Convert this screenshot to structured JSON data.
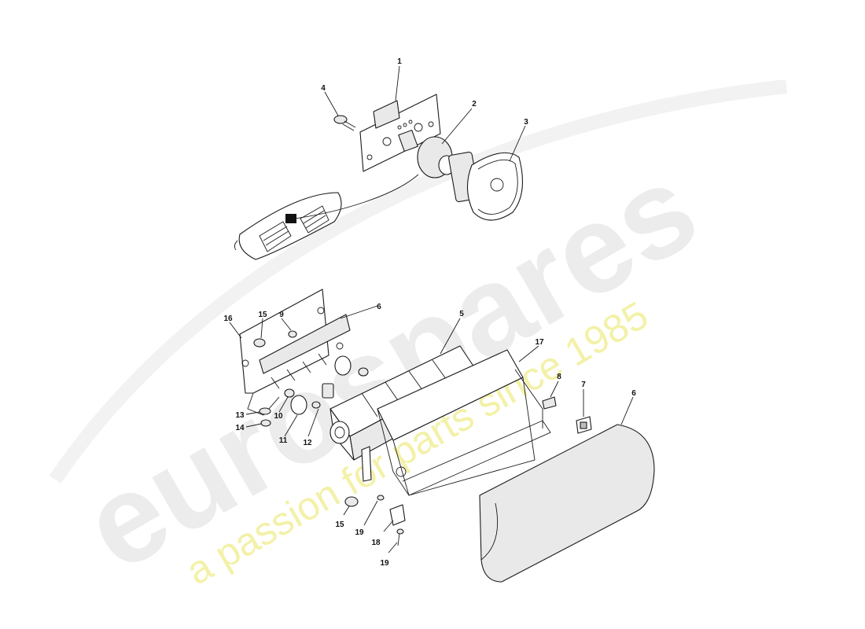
{
  "callouts": [
    {
      "id": "c1",
      "text": "1"
    },
    {
      "id": "c2",
      "text": "2"
    },
    {
      "id": "c3",
      "text": "3"
    },
    {
      "id": "c4",
      "text": "4"
    },
    {
      "id": "c5",
      "text": "5"
    },
    {
      "id": "c6a",
      "text": "6"
    },
    {
      "id": "c6b",
      "text": "6"
    },
    {
      "id": "c7",
      "text": "7"
    },
    {
      "id": "c8",
      "text": "8"
    },
    {
      "id": "c9",
      "text": "9"
    },
    {
      "id": "c10",
      "text": "10"
    },
    {
      "id": "c11",
      "text": "11"
    },
    {
      "id": "c12",
      "text": "12"
    },
    {
      "id": "c13",
      "text": "13"
    },
    {
      "id": "c14",
      "text": "14"
    },
    {
      "id": "c15a",
      "text": "15"
    },
    {
      "id": "c15b",
      "text": "15"
    },
    {
      "id": "c16",
      "text": "16"
    },
    {
      "id": "c17",
      "text": "17"
    },
    {
      "id": "c18",
      "text": "18"
    },
    {
      "id": "c19a",
      "text": "19"
    },
    {
      "id": "c19b",
      "text": "19"
    }
  ],
  "watermark": {
    "logo": "eurospares",
    "tagline": "a passion for parts since 1985",
    "logo_color": "#e6e6e6",
    "tagline_color": "#f1ef9a"
  }
}
